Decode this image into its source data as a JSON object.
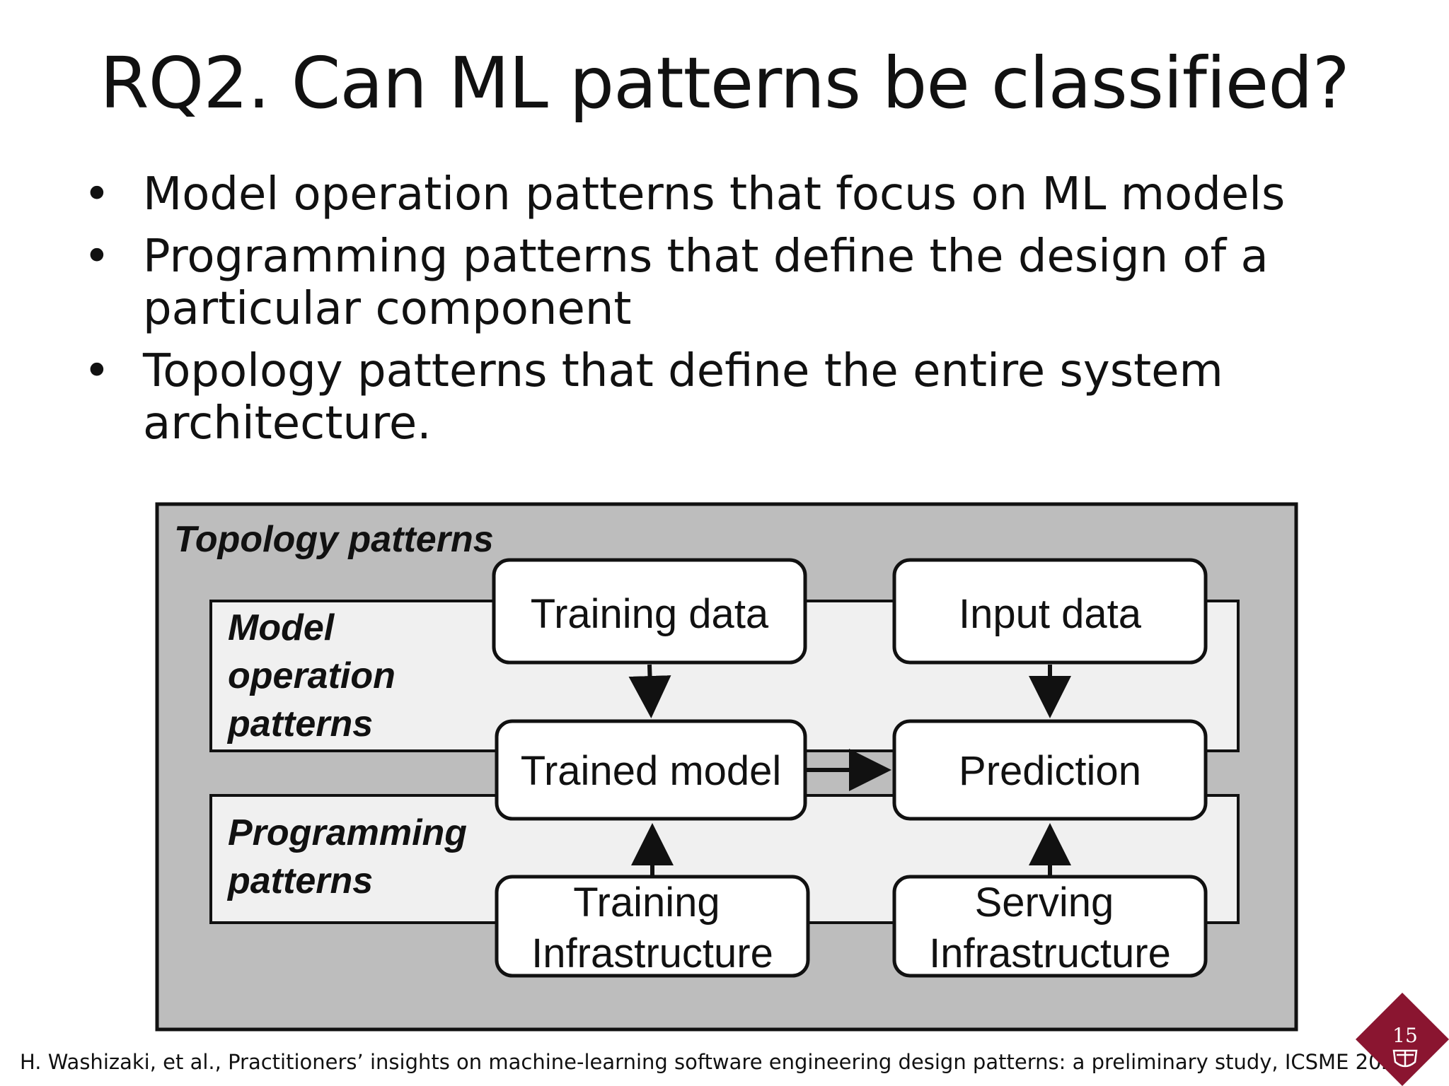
{
  "slide": {
    "title": "RQ2. Can ML patterns be classified?",
    "bullets": [
      "Model operation patterns that focus on ML models",
      "Programming patterns that define the design of a particular component",
      "Topology patterns that define the entire system architecture."
    ],
    "bullet_glyph": "•"
  },
  "diagram": {
    "outer_label": "Topology patterns",
    "model_band_label": [
      "Model",
      "operation",
      "patterns"
    ],
    "programming_band_label": [
      "Programming",
      "patterns"
    ],
    "boxes": {
      "training_data": [
        "Training data"
      ],
      "input_data": [
        "Input data"
      ],
      "trained_model": [
        "Trained model"
      ],
      "prediction": [
        "Prediction"
      ],
      "training_infrastructure": [
        "Training",
        "Infrastructure"
      ],
      "serving_infrastructure": [
        "Serving",
        "Infrastructure"
      ]
    },
    "colors": {
      "outer_fill": "#bdbdbd",
      "band_fill": "#f0f0f0",
      "box_fill": "#ffffff",
      "stroke": "#111111"
    }
  },
  "footer": {
    "citation": "H. Washizaki, et al., Practitioners’ insights on machine-learning software engineering design patterns: a preliminary study, ICSME 2020"
  },
  "page_badge": {
    "number": "15",
    "color": "#8a1530",
    "icon": "university-crest-icon"
  }
}
